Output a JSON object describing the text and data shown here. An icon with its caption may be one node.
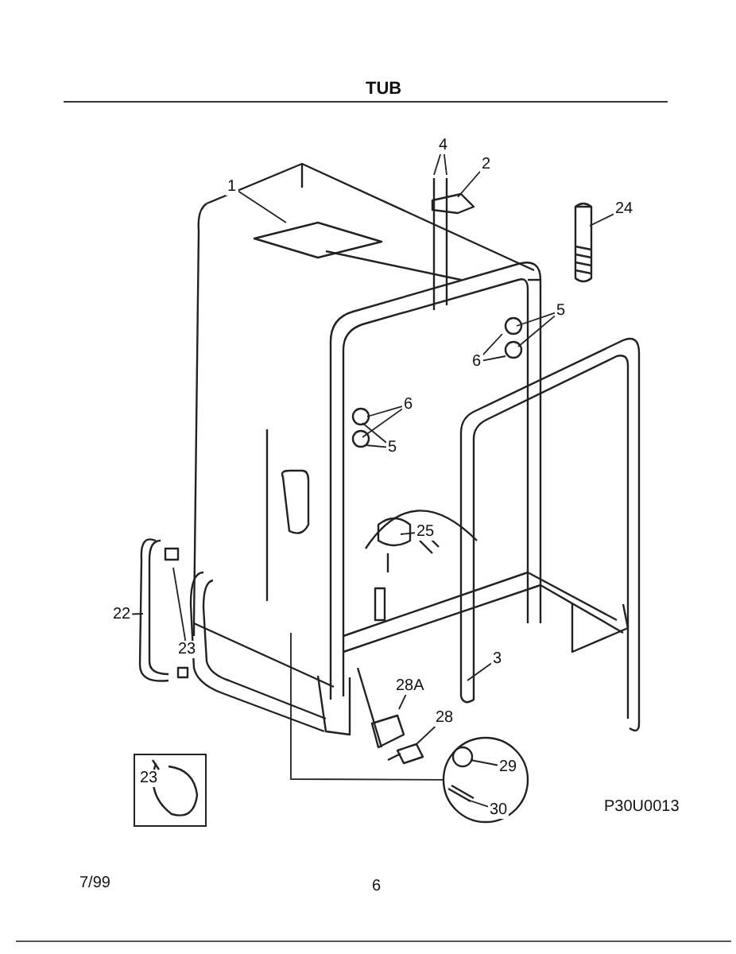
{
  "diagram": {
    "title": "TUB",
    "nodes": [
      {
        "text": [
          "1"
        ]
      },
      {
        "text": [
          "4"
        ]
      },
      {
        "text": [
          "2"
        ]
      },
      {
        "text": [
          "24"
        ]
      },
      {
        "text": [
          "5"
        ]
      },
      {
        "text": [
          "6"
        ]
      },
      {
        "text": [
          "6"
        ]
      },
      {
        "text": [
          "5"
        ]
      },
      {
        "text": [
          "25"
        ]
      },
      {
        "text": [
          "22"
        ]
      },
      {
        "text": [
          "3"
        ]
      },
      {
        "text": [
          "23"
        ]
      },
      {
        "text": [
          "28A"
        ]
      },
      {
        "text": [
          "28"
        ]
      },
      {
        "text": [
          "23"
        ]
      },
      {
        "text": [],
        "shape": "circle"
      },
      {
        "text": [
          "29"
        ],
        "in": 15
      },
      {
        "text": [
          "30"
        ],
        "in": 15
      }
    ],
    "edges": [
      {
        "from": 0,
        "to": null,
        "arrow": "none"
      },
      {
        "from": 1,
        "to": null,
        "arrow": "none"
      },
      {
        "from": 1,
        "to": null,
        "arrow": "none"
      },
      {
        "from": 2,
        "to": null,
        "arrow": "none"
      },
      {
        "from": 3,
        "to": null,
        "arrow": "none"
      },
      {
        "from": 4,
        "to": null,
        "arrow": "none"
      },
      {
        "from": 4,
        "to": null,
        "arrow": "none"
      },
      {
        "from": 5,
        "to": null,
        "arrow": "none"
      },
      {
        "from": 5,
        "to": null,
        "arrow": "none"
      },
      {
        "from": 6,
        "to": null,
        "arrow": "none"
      },
      {
        "from": 6,
        "to": null,
        "arrow": "none"
      },
      {
        "from": 7,
        "to": null,
        "arrow": "none"
      },
      {
        "from": 7,
        "to": null,
        "arrow": "none"
      },
      {
        "from": 8,
        "to": null,
        "arrow": "none"
      },
      {
        "from": 9,
        "to": null,
        "arrow": "none"
      },
      {
        "from": 10,
        "to": null,
        "arrow": "none"
      },
      {
        "from": 11,
        "to": null,
        "arrow": "none"
      },
      {
        "from": 12,
        "to": null,
        "arrow": "none"
      },
      {
        "from": 13,
        "to": null,
        "arrow": "none"
      },
      {
        "from": null,
        "to": 15,
        "arrow": "none"
      },
      {
        "from": 16,
        "to": null,
        "arrow": "none"
      },
      {
        "from": 17,
        "to": null,
        "arrow": "none"
      }
    ],
    "labels": [
      "P30U0013",
      "7/99",
      "6"
    ]
  }
}
